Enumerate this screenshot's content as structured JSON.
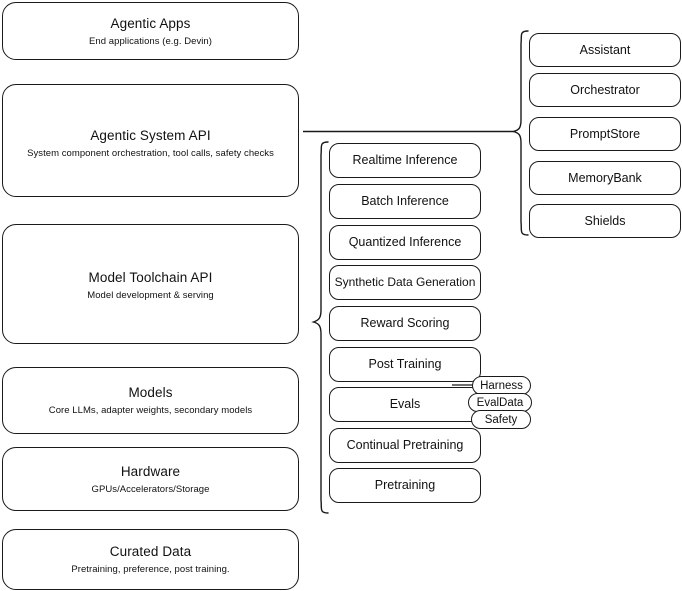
{
  "diagram": {
    "title": "AI Stack Architecture Diagram",
    "colors": {
      "background": "#ffffff",
      "border": "#1a1a1a",
      "text": "#111111",
      "connector": "#1a1a1a"
    },
    "layers": [
      {
        "title": "Agentic Apps",
        "subtitle": "End applications (e.g. Devin)"
      },
      {
        "title": "Agentic System API",
        "subtitle": "System component orchestration, tool calls, safety checks"
      },
      {
        "title": "Model Toolchain API",
        "subtitle": "Model development & serving"
      },
      {
        "title": "Models",
        "subtitle": "Core LLMs, adapter weights, secondary models"
      },
      {
        "title": "Hardware",
        "subtitle": "GPUs/Accelerators/Storage"
      },
      {
        "title": "Curated Data",
        "subtitle": "Pretraining, preference, post training."
      }
    ],
    "toolchain_capabilities": [
      "Realtime Inference",
      "Batch Inference",
      "Quantized Inference",
      "Synthetic Data Generation",
      "Reward Scoring",
      "Post Training",
      "Evals",
      "Continual Pretraining",
      "Pretraining"
    ],
    "agentic_components": [
      "Assistant",
      "Orchestrator",
      "PromptStore",
      "MemoryBank",
      "Shields"
    ],
    "evals_subcomponents": [
      "Harness",
      "EvalData",
      "Safety"
    ]
  }
}
